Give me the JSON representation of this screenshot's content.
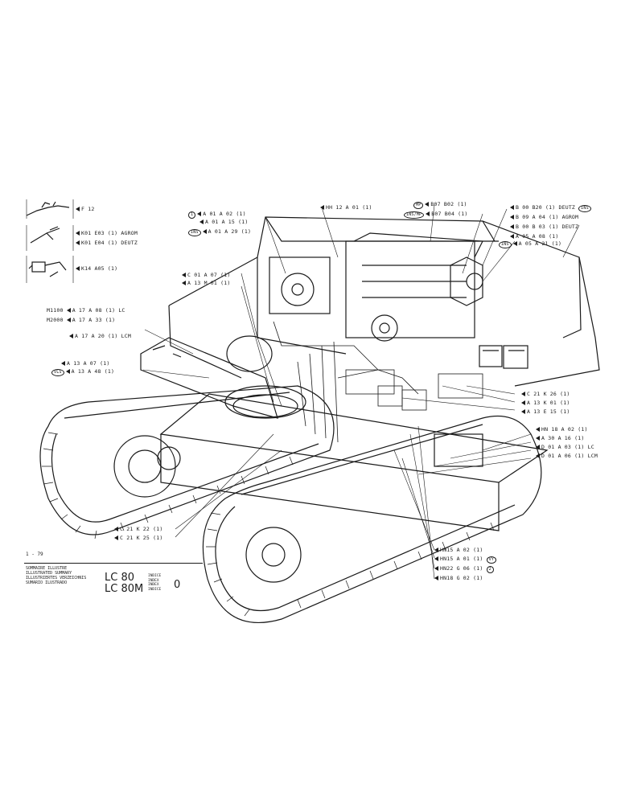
{
  "left_refs": {
    "a": "F 12",
    "b1": "K01 E03 (1) AGROM",
    "b2": "K01 E04 (1) DEUTZ",
    "c": "K14 A05 (1)"
  },
  "top_refs": {
    "g1": "A 01 A 02 (1)",
    "g2": "A 01 A 15 (1)",
    "g3": "A 01 A 29 (1)",
    "g1_tag": "1",
    "g3_tag": "INS",
    "hh": "HH 12 A 01 (1)",
    "mp1": "B07 B02 (1)",
    "mp1_tag": "MP",
    "mp2": "B07 B04 (1)",
    "mp2_tag": "INS/MP"
  },
  "mid_left_refs": {
    "c1": "C 01 A 07 (1)",
    "c2": "A 13 M 01 (1)",
    "m1100_prefix": "M1100",
    "m1100": "A 17 A 08 (1)",
    "m2000_prefix": "M2000",
    "m2000": "A 17 A 33 (1)",
    "lc_tag": "LC",
    "lcm": "A 17 A 20 (1) LCM",
    "a1307": "A 13 A 07 (1)",
    "a1348": "A 13 A 48 (1)",
    "a1348_tag": "VLS"
  },
  "right_refs": {
    "b1": "B 00 B20 (1) DEUTZ",
    "b1_tag": "INS",
    "b2": "B 09 A 04 (1) AGROM",
    "b3": "B 00 B 03 (1) DEUTZ",
    "a1": "A 05 A 08 (1)",
    "a2": "A 05 A 21 (1)",
    "a2_tag": "INS",
    "k1": "C 21 K 26 (1)",
    "k2": "A 13 K 01 (1)",
    "k3": "A 13 E 15 (1)",
    "h1": "HN 18 A 02 (1)",
    "h2": "A 30 A 16 (1)",
    "h3": "D 01 A 03 (1) LC",
    "h4": "D 01 A 06 (1) LCM"
  },
  "bottom_refs": {
    "ck1": "C 21 K 22 (1)",
    "ck2": "C 21 K 25 (1)",
    "n1": "HN15 A 02 (1)",
    "n2": "HN15 A 01 (1)",
    "n2_tag": "VY",
    "n3": "HN22 G 06 (1)",
    "n4": "HN18 G 02 (1)",
    "n_tag": "2"
  },
  "title_block": {
    "page_ref": "1 - 79",
    "desc_lines": [
      "SOMMAIRE ILLUSTRE",
      "ILLUSTRATED SUMMARY",
      "ILLUSTRIERTES VERZEICHNIS",
      "SUMARIO ILUSTRADO"
    ],
    "model_1": "LC 80",
    "model_2": "LC 80M",
    "index_lines": [
      "INDICE",
      "INDEX",
      "INDEX",
      "INDICE"
    ],
    "index_value": "0"
  }
}
